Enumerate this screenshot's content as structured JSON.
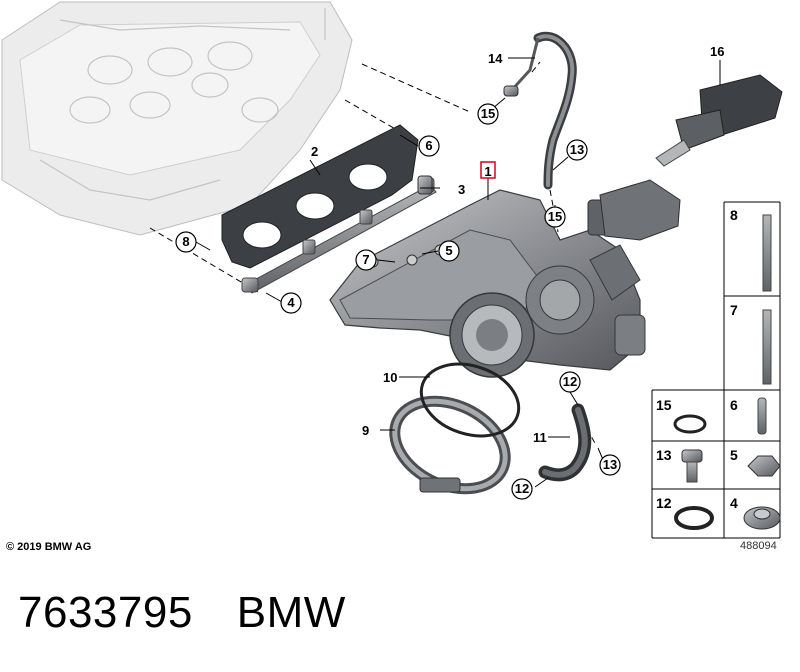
{
  "diagram": {
    "callouts": [
      {
        "id": "c1",
        "label": "1",
        "boxed": true
      },
      {
        "id": "c2",
        "label": "2"
      },
      {
        "id": "c3",
        "label": "3"
      },
      {
        "id": "c4",
        "label": "4"
      },
      {
        "id": "c5",
        "label": "5"
      },
      {
        "id": "c6",
        "label": "6"
      },
      {
        "id": "c7",
        "label": "7"
      },
      {
        "id": "c8",
        "label": "8"
      },
      {
        "id": "c9",
        "label": "9"
      },
      {
        "id": "c10",
        "label": "10"
      },
      {
        "id": "c11",
        "label": "11"
      },
      {
        "id": "c12a",
        "label": "12"
      },
      {
        "id": "c12b",
        "label": "12"
      },
      {
        "id": "c13a",
        "label": "13"
      },
      {
        "id": "c13b",
        "label": "13"
      },
      {
        "id": "c14",
        "label": "14"
      },
      {
        "id": "c15a",
        "label": "15"
      },
      {
        "id": "c15b",
        "label": "15"
      },
      {
        "id": "c16",
        "label": "16"
      }
    ],
    "legend_cells": [
      "8",
      "7",
      "15",
      "6",
      "13",
      "5",
      "12",
      "4"
    ],
    "copyright": "© 2019 BMW AG",
    "figure_number": "488094"
  },
  "caption": {
    "part_number": "7633795",
    "brand": "BMW"
  },
  "colors": {
    "ink": "#000000",
    "part_fill": "#8c8f93",
    "part_dark": "#5b5e62",
    "engine_fill": "#e9e9e9",
    "highlight_box": "#d0021b"
  }
}
